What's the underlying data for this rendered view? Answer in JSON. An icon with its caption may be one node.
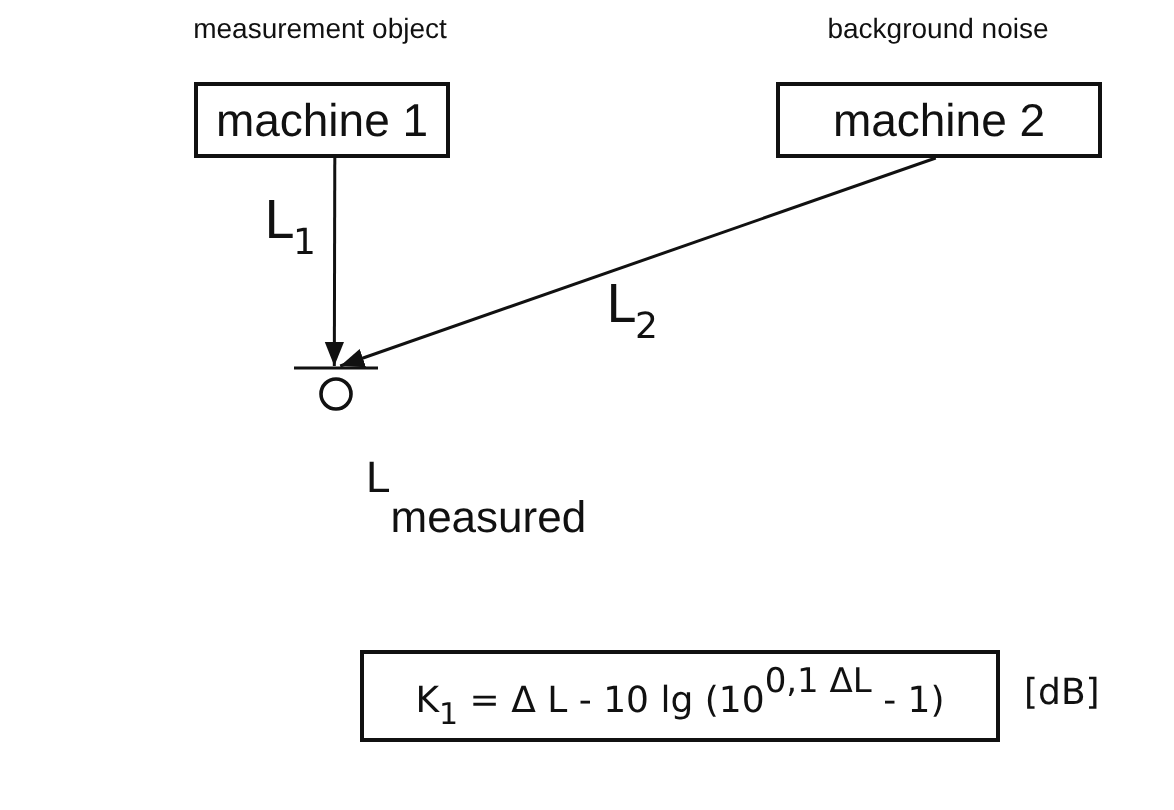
{
  "diagram": {
    "nodes": [
      {
        "text": [
          "machine 1"
        ],
        "beside": [
          "measurement object"
        ]
      },
      {
        "text": [
          "machine 2"
        ],
        "beside": [
          "background noise"
        ]
      },
      {
        "text": [],
        "shape": "circle",
        "beside": [
          "L$_{measured}$"
        ]
      },
      {
        "text": [
          "K$_{1}$ = Δ L - 10 lg  (10$^{0,1 ΔL}$ - 1)"
        ],
        "beside": [
          "[dB]"
        ]
      }
    ],
    "edges": [
      {
        "from": 0,
        "to": 2,
        "arrow": "to",
        "label": "L$_{1}$"
      },
      {
        "from": 1,
        "to": 2,
        "arrow": "to",
        "label": "L$_{2}$"
      }
    ]
  }
}
